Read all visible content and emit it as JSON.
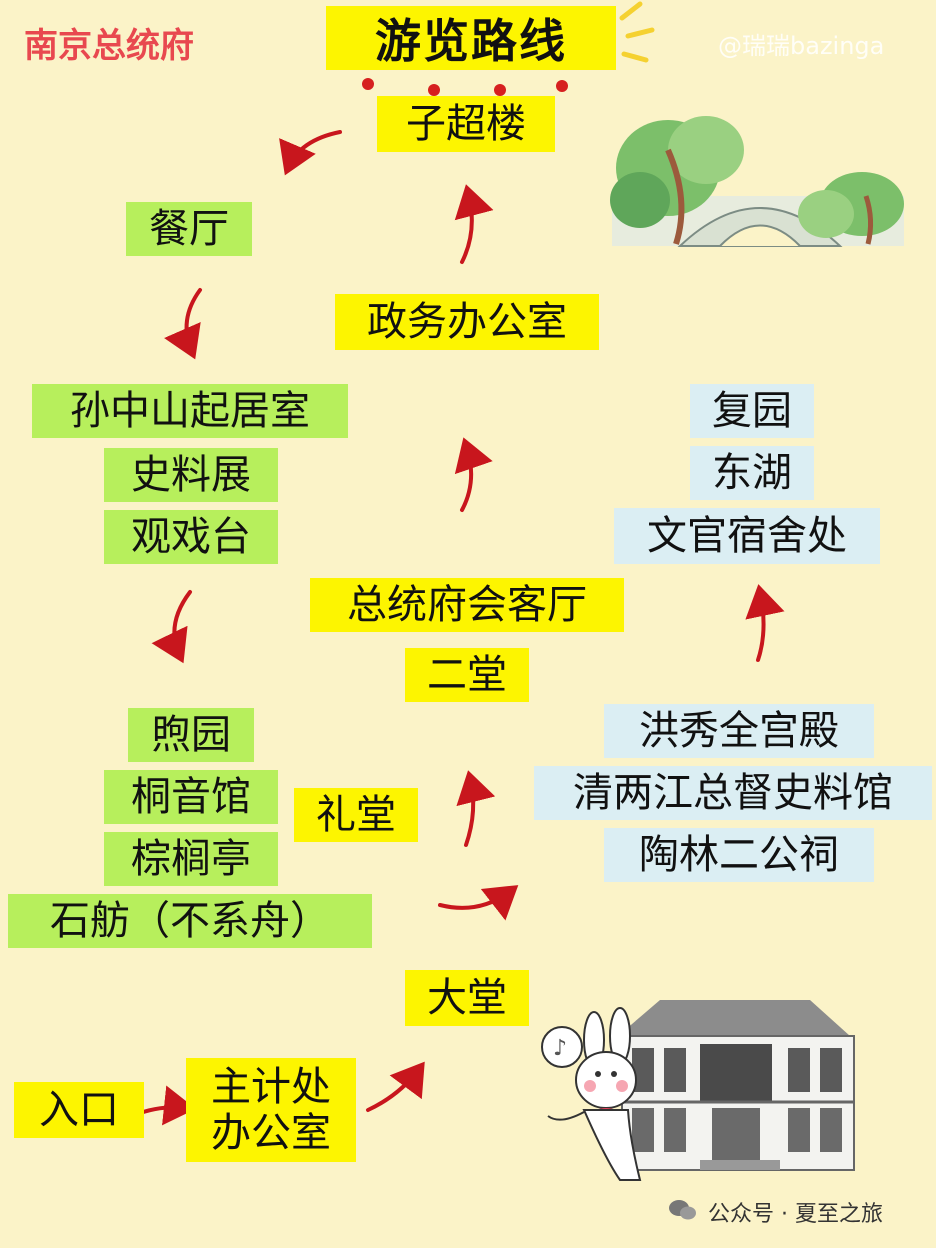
{
  "header": {
    "brand": "南京总统府",
    "title": "游览路线",
    "watermark": "@瑞瑞bazinga"
  },
  "stops": {
    "entrance": "入口",
    "accounting_office": [
      "主计处",
      "办公室"
    ],
    "main_hall": "大堂",
    "auditorium": "礼堂",
    "second_hall": "二堂",
    "reception_hall": "总统府会客厅",
    "gov_office": "政务办公室",
    "zichao_building": "子超楼",
    "restaurant": "餐厅",
    "green_group_1": [
      "孙中山起居室",
      "史料展",
      "观戏台"
    ],
    "green_group_2": [
      "煦园",
      "桐音馆",
      "棕榈亭",
      "石舫（不系舟）"
    ],
    "blue_group_1": [
      "洪秀全宫殿",
      "清两江总督史料馆",
      "陶林二公祠"
    ],
    "blue_group_2": [
      "复园",
      "东湖",
      "文官宿舍处"
    ]
  },
  "footer": {
    "text": "公众号 · 夏至之旅"
  },
  "colors": {
    "background": "#fbf3c8",
    "yellow_box": "#fdf500",
    "green_box": "#b7ef5c",
    "blue_box": "#dbeef3",
    "arrow": "#c8161d",
    "brand": "#e8484f"
  }
}
